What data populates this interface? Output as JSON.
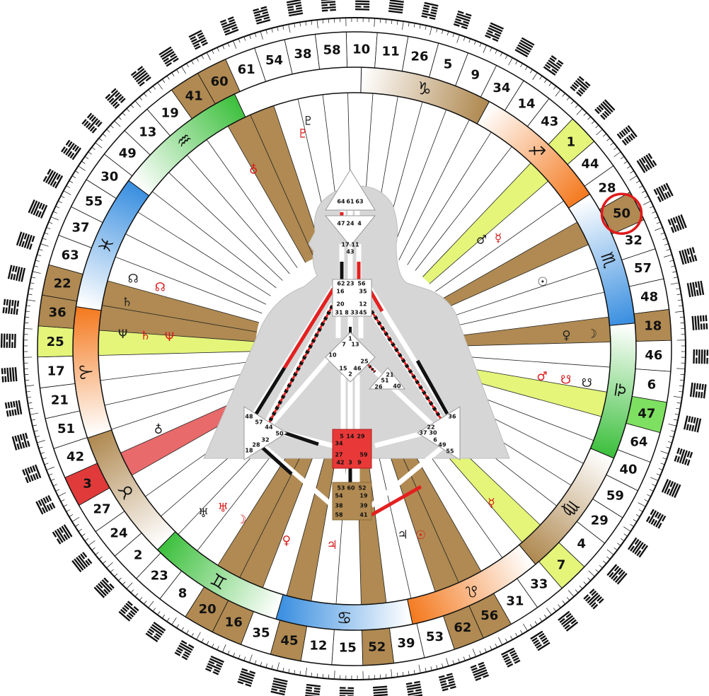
{
  "colors": {
    "background": "#ffffff",
    "ring_stroke": "#111111",
    "fire": "#f47a20",
    "earth": "#b08a52",
    "air": "#3ec03e",
    "water": "#3a8fe0",
    "highlight_circle": "#e01a1a",
    "active_red": "#e32020",
    "active_black": "#111111",
    "personality_red": "#d81b1b",
    "design_black": "#1a1a1a",
    "activation_badge": "#4a2a7a"
  },
  "gate_ring": [
    {
      "n": "10",
      "c": "#ffffff"
    },
    {
      "n": "11",
      "c": "#ffffff"
    },
    {
      "n": "26",
      "c": "#ffffff"
    },
    {
      "n": "5",
      "c": "#ffffff"
    },
    {
      "n": "9",
      "c": "#ffffff"
    },
    {
      "n": "34",
      "c": "#ffffff"
    },
    {
      "n": "14",
      "c": "#ffffff"
    },
    {
      "n": "43",
      "c": "#ffffff"
    },
    {
      "n": "1",
      "c": "#e4f57a"
    },
    {
      "n": "44",
      "c": "#ffffff"
    },
    {
      "n": "28",
      "c": "#ffffff"
    },
    {
      "n": "50",
      "c": "#b08a52"
    },
    {
      "n": "32",
      "c": "#ffffff"
    },
    {
      "n": "57",
      "c": "#ffffff"
    },
    {
      "n": "48",
      "c": "#ffffff"
    },
    {
      "n": "18",
      "c": "#b08a52"
    },
    {
      "n": "46",
      "c": "#ffffff"
    },
    {
      "n": "6",
      "c": "#ffffff"
    },
    {
      "n": "47",
      "c": "#7ee060"
    },
    {
      "n": "64",
      "c": "#ffffff"
    },
    {
      "n": "40",
      "c": "#ffffff"
    },
    {
      "n": "59",
      "c": "#ffffff"
    },
    {
      "n": "29",
      "c": "#ffffff"
    },
    {
      "n": "4",
      "c": "#ffffff"
    },
    {
      "n": "7",
      "c": "#e4f57a"
    },
    {
      "n": "33",
      "c": "#ffffff"
    },
    {
      "n": "31",
      "c": "#ffffff"
    },
    {
      "n": "56",
      "c": "#b08a52"
    },
    {
      "n": "62",
      "c": "#b08a52"
    },
    {
      "n": "53",
      "c": "#ffffff"
    },
    {
      "n": "39",
      "c": "#ffffff"
    },
    {
      "n": "52",
      "c": "#b08a52"
    },
    {
      "n": "15",
      "c": "#ffffff"
    },
    {
      "n": "12",
      "c": "#ffffff"
    },
    {
      "n": "45",
      "c": "#b08a52"
    },
    {
      "n": "35",
      "c": "#ffffff"
    },
    {
      "n": "16",
      "c": "#b08a52"
    },
    {
      "n": "20",
      "c": "#b08a52"
    },
    {
      "n": "8",
      "c": "#ffffff"
    },
    {
      "n": "23",
      "c": "#ffffff"
    },
    {
      "n": "2",
      "c": "#ffffff"
    },
    {
      "n": "24",
      "c": "#ffffff"
    },
    {
      "n": "27",
      "c": "#ffffff"
    },
    {
      "n": "3",
      "c": "#e03a3a"
    },
    {
      "n": "42",
      "c": "#ffffff"
    },
    {
      "n": "51",
      "c": "#ffffff"
    },
    {
      "n": "21",
      "c": "#ffffff"
    },
    {
      "n": "17",
      "c": "#ffffff"
    },
    {
      "n": "25",
      "c": "#e4f57a"
    },
    {
      "n": "36",
      "c": "#b08a52"
    },
    {
      "n": "22",
      "c": "#b08a52"
    },
    {
      "n": "63",
      "c": "#ffffff"
    },
    {
      "n": "37",
      "c": "#ffffff"
    },
    {
      "n": "55",
      "c": "#ffffff"
    },
    {
      "n": "30",
      "c": "#ffffff"
    },
    {
      "n": "49",
      "c": "#ffffff"
    },
    {
      "n": "13",
      "c": "#ffffff"
    },
    {
      "n": "19",
      "c": "#ffffff"
    },
    {
      "n": "41",
      "c": "#b08a52"
    },
    {
      "n": "60",
      "c": "#b08a52"
    },
    {
      "n": "61",
      "c": "#ffffff"
    },
    {
      "n": "54",
      "c": "#ffffff"
    },
    {
      "n": "38",
      "c": "#ffffff"
    },
    {
      "n": "58",
      "c": "#ffffff"
    }
  ],
  "hexagrams": [
    "101101",
    "111111",
    "100010",
    "011010",
    "111010",
    "111111",
    "001101",
    "011000",
    "111000",
    "100000",
    "011011",
    "100110",
    "111010",
    "010111",
    "110111",
    "000111",
    "011101",
    "100011",
    "110001",
    "001100",
    "111011",
    "010010",
    "101101",
    "110101",
    "001100",
    "101101",
    "100001",
    "000001",
    "011100",
    "010010",
    "110110",
    "111111",
    "010110",
    "011001",
    "101111",
    "011110",
    "001011",
    "000110",
    "100111",
    "100010",
    "110110",
    "111100",
    "011011",
    "101000",
    "010001",
    "101010",
    "000011",
    "001111",
    "110101",
    "001010",
    "100111",
    "110110",
    "111001",
    "011101",
    "001001",
    "000100",
    "010100",
    "011110",
    "111010",
    "100100",
    "001101",
    "010101",
    "110011",
    "111010"
  ],
  "signs": [
    {
      "glyph": "♑",
      "start": -88.6,
      "end": -61.4,
      "c": "#b08a52"
    },
    {
      "glyph": "♐",
      "start": -61.4,
      "end": -33.3,
      "c": "#f47a20"
    },
    {
      "glyph": "♏",
      "start": -33.3,
      "end": -5.2,
      "c": "#3a8fe0"
    },
    {
      "glyph": "♎",
      "start": -5.2,
      "end": 22.9,
      "c": "#3ec03e"
    },
    {
      "glyph": "♍",
      "start": 22.9,
      "end": 50.0,
      "c": "#b08a52"
    },
    {
      "glyph": "♌",
      "start": 50.0,
      "end": 78.1,
      "c": "#f47a20"
    },
    {
      "glyph": "♋",
      "start": 78.1,
      "end": 106.2,
      "c": "#3a8fe0"
    },
    {
      "glyph": "♊",
      "start": 106.2,
      "end": 134.4,
      "c": "#3ec03e"
    },
    {
      "glyph": "♉",
      "start": 134.4,
      "end": 161.5,
      "c": "#b08a52"
    },
    {
      "glyph": "♈",
      "start": 161.5,
      "end": 188.6,
      "c": "#f47a20"
    },
    {
      "glyph": "♓",
      "start": 188.6,
      "end": 216.7,
      "c": "#3a8fe0"
    },
    {
      "glyph": "♒",
      "start": 216.7,
      "end": 244.8,
      "c": "#3ec03e"
    }
  ],
  "planet_wedges": [
    {
      "gate_index": 8,
      "c": "#e4f57a"
    },
    {
      "gate_index": 11,
      "c": "#b08a52"
    },
    {
      "gate_index": 15,
      "c": "#b08a52"
    },
    {
      "gate_index": 18,
      "c": "#e4f57a"
    },
    {
      "gate_index": 24,
      "c": "#e4f57a"
    },
    {
      "gate_index": 27,
      "c": "#b08a52"
    },
    {
      "gate_index": 28,
      "c": "#b08a52"
    },
    {
      "gate_index": 31,
      "c": "#b08a52"
    },
    {
      "gate_index": 34,
      "c": "#b08a52"
    },
    {
      "gate_index": 36,
      "c": "#b08a52"
    },
    {
      "gate_index": 37,
      "c": "#b08a52"
    },
    {
      "gate_index": 43,
      "c": "#e86a6a"
    },
    {
      "gate_index": 48,
      "c": "#e4f57a"
    },
    {
      "gate_index": 49,
      "c": "#b08a52"
    },
    {
      "gate_index": 50,
      "c": "#b08a52"
    },
    {
      "gate_index": 59,
      "c": "#b08a52"
    },
    {
      "gate_index": 60,
      "c": "#b08a52"
    }
  ],
  "planets": [
    {
      "g": "♂",
      "c": "#222",
      "r": 236,
      "a": -40.5
    },
    {
      "g": "☿",
      "c": "#d81b1b",
      "r": 256,
      "a": -37.5
    },
    {
      "g": "☉",
      "c": "#222",
      "r": 282,
      "a": -19.5
    },
    {
      "g": "♀",
      "c": "#222",
      "r": 300,
      "a": -3.5
    },
    {
      "g": "☽",
      "c": "#222",
      "r": 336,
      "a": -3.5
    },
    {
      "g": "♂",
      "c": "#d81b1b",
      "r": 268,
      "a": 8.5
    },
    {
      "g": "☋",
      "c": "#d81b1b",
      "r": 302,
      "a": 8.5
    },
    {
      "g": "☋",
      "c": "#222",
      "r": 332,
      "a": 8.5
    },
    {
      "g": "☿",
      "c": "#d81b1b",
      "r": 292,
      "a": 48.5
    },
    {
      "g": "☉",
      "c": "#d81b1b",
      "r": 280,
      "a": 70.5
    },
    {
      "g": "♃",
      "c": "#222",
      "r": 272,
      "a": 75.5
    },
    {
      "g": "♃",
      "c": "#d81b1b",
      "r": 280,
      "a": 96.5
    },
    {
      "g": "♀",
      "c": "#d81b1b",
      "r": 288,
      "a": 109.5
    },
    {
      "g": "☽",
      "c": "#d81b1b",
      "r": 290,
      "a": 123.5
    },
    {
      "g": "♅",
      "c": "#d81b1b",
      "r": 292,
      "a": 129.5
    },
    {
      "g": "♅",
      "c": "#222",
      "r": 316,
      "a": 132.5
    },
    {
      "g": "♁",
      "c": "#222",
      "r": 300,
      "a": 157.5
    },
    {
      "g": "Ψ",
      "c": "#222",
      "r": 328,
      "a": 183.5
    },
    {
      "g": "♄",
      "c": "#d81b1b",
      "r": 296,
      "a": 183.5
    },
    {
      "g": "Ψ",
      "c": "#d81b1b",
      "r": 262,
      "a": 183.5
    },
    {
      "g": "♄",
      "c": "#222",
      "r": 328,
      "a": 191.5
    },
    {
      "g": "☊",
      "c": "#222",
      "r": 328,
      "a": 197.5
    },
    {
      "g": "☊",
      "c": "#d81b1b",
      "r": 288,
      "a": 197.5
    },
    {
      "g": "♁",
      "c": "#d81b1b",
      "r": 290,
      "a": 240.5
    },
    {
      "g": "♇",
      "c": "#d81b1b",
      "r": 312,
      "a": 256.5
    },
    {
      "g": "♇",
      "c": "#222",
      "r": 328,
      "a": 258.5
    }
  ],
  "highlight": {
    "gate": "50"
  },
  "bodygraph": {
    "head_gates": [
      "64",
      "61",
      "63"
    ],
    "ajna_gates": [
      "47",
      "24",
      "4",
      "17",
      "11",
      "43"
    ],
    "throat_gates": [
      "62",
      "23",
      "56",
      "16",
      "35",
      "20",
      "12",
      "31",
      "8",
      "33",
      "45"
    ],
    "g_gates": [
      "1",
      "7",
      "13",
      "10",
      "15",
      "46",
      "2",
      "25"
    ],
    "heart_gates": [
      "21",
      "51",
      "26",
      "40"
    ],
    "spleen_gates": [
      "48",
      "57",
      "44",
      "50",
      "32",
      "28",
      "18"
    ],
    "sacral_gates": [
      "5",
      "14",
      "29",
      "34",
      "27",
      "59",
      "42",
      "3",
      "9"
    ],
    "solar_gates": [
      "36",
      "22",
      "37",
      "6",
      "49",
      "55",
      "30"
    ],
    "root_gates": [
      "53",
      "60",
      "52",
      "54",
      "19",
      "38",
      "39",
      "58",
      "41"
    ]
  }
}
